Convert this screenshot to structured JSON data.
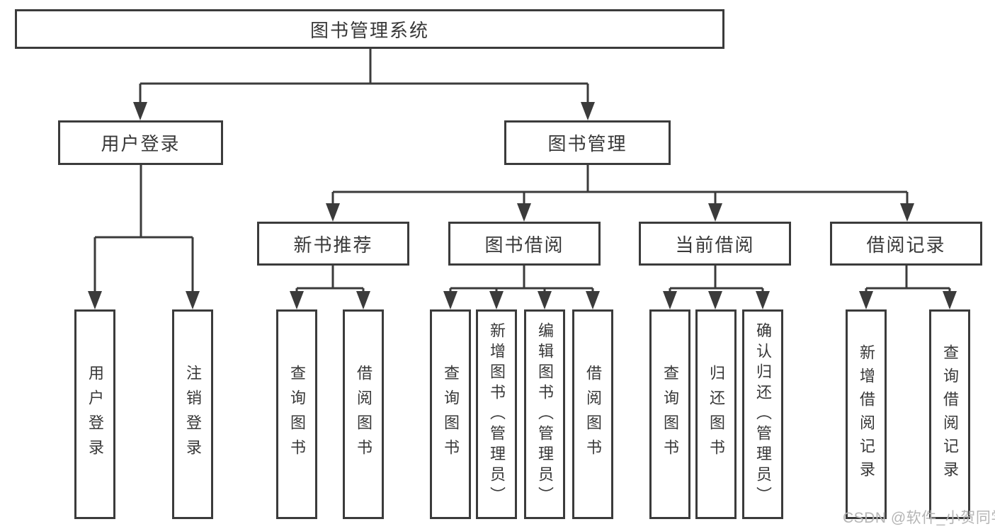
{
  "tree": {
    "label": "图书管理系统",
    "children": [
      {
        "label": "用户登录",
        "children": [
          {
            "label": "用户登录"
          },
          {
            "label": "注销登录"
          }
        ]
      },
      {
        "label": "图书管理",
        "children": [
          {
            "label": "新书推荐",
            "children": [
              {
                "label": "查询图书"
              },
              {
                "label": "借阅图书"
              }
            ]
          },
          {
            "label": "图书借阅",
            "children": [
              {
                "label": "查询图书"
              },
              {
                "label": "新增图书（管理员）"
              },
              {
                "label": "编辑图书（管理员）"
              },
              {
                "label": "借阅图书"
              }
            ]
          },
          {
            "label": "当前借阅",
            "children": [
              {
                "label": "查询图书"
              },
              {
                "label": "归还图书"
              },
              {
                "label": "确认归还（管理员）"
              }
            ]
          },
          {
            "label": "借阅记录",
            "children": [
              {
                "label": "新增借阅记录"
              },
              {
                "label": "查询借阅记录"
              }
            ]
          }
        ]
      }
    ]
  },
  "watermark": {
    "text": "CSDN @软件_小贺同学"
  },
  "colors": {
    "line": "#3b3b3b",
    "text": "#383838",
    "watermark": "#b5b5b5",
    "background": "#ffffff"
  }
}
